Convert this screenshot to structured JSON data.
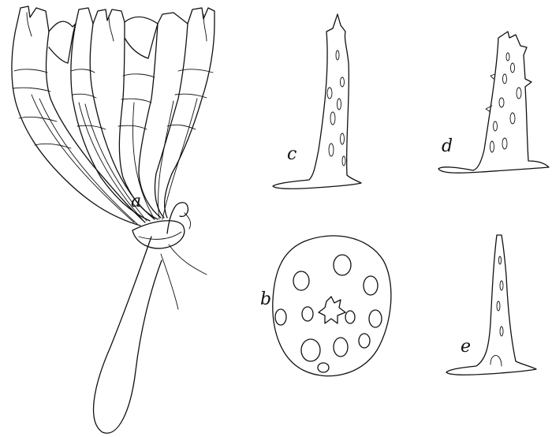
{
  "figure": {
    "labels": {
      "a": "a",
      "b": "b",
      "c": "c",
      "d": "d",
      "e": "e"
    }
  }
}
